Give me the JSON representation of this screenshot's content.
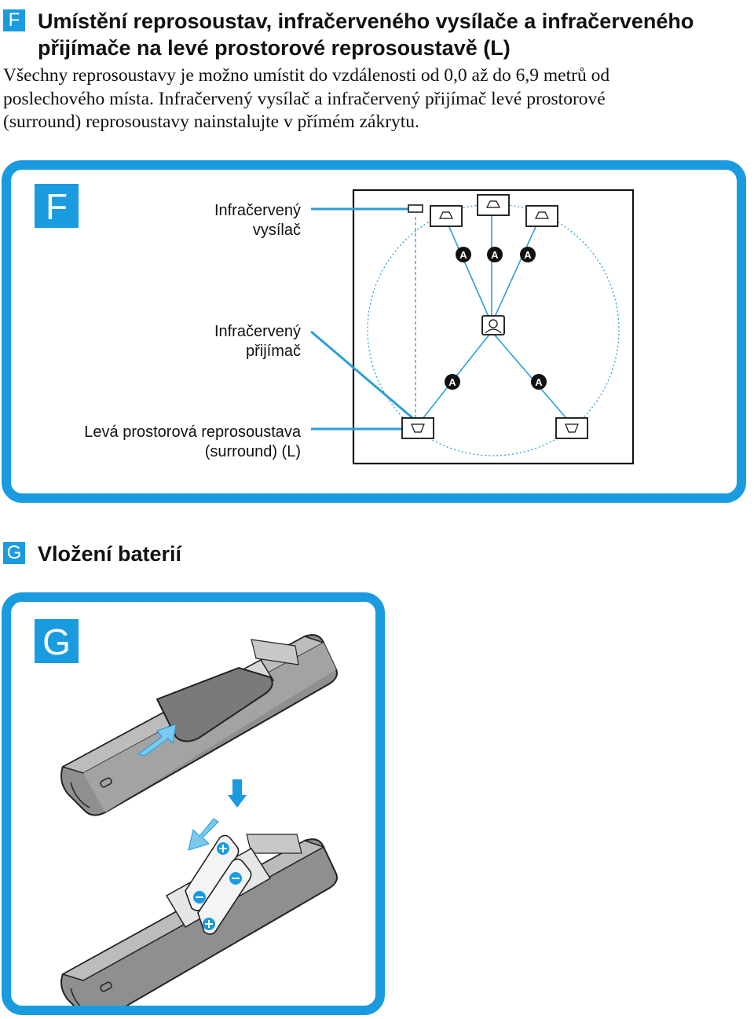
{
  "section_f": {
    "badge": "F",
    "title_line1": "Umístění reprosoustav, infračerveného vysílače a infračerveného",
    "title_line2": "přijímače na levé prostorové reprosoustavě (L)",
    "body_line1": "Všechny reprosoustavy je možno umístit do vzdálenosti od 0,0 až do 6,9 metrů od",
    "body_line2": "poslechového místa. Infračervený vysílač a infračervený přijímač levé prostorové",
    "body_line3": "(surround) reprosoustavy nainstalujte v přímém zákrytu."
  },
  "figure_f": {
    "badge": "F",
    "label_transmitter_line1": "Infračervený",
    "label_transmitter_line2": "vysílač",
    "label_receiver_line1": "Infračervený",
    "label_receiver_line2": "přijímač",
    "label_surround_line1": "Levá prostorová reprosoustava",
    "label_surround_line2": "(surround) (L)",
    "distance_marker": "A"
  },
  "section_g": {
    "badge": "G",
    "title": "Vložení baterií"
  },
  "figure_g": {
    "badge": "G"
  },
  "colors": {
    "accent": "#1a9be0",
    "diagram_line": "#2a9fd8"
  }
}
